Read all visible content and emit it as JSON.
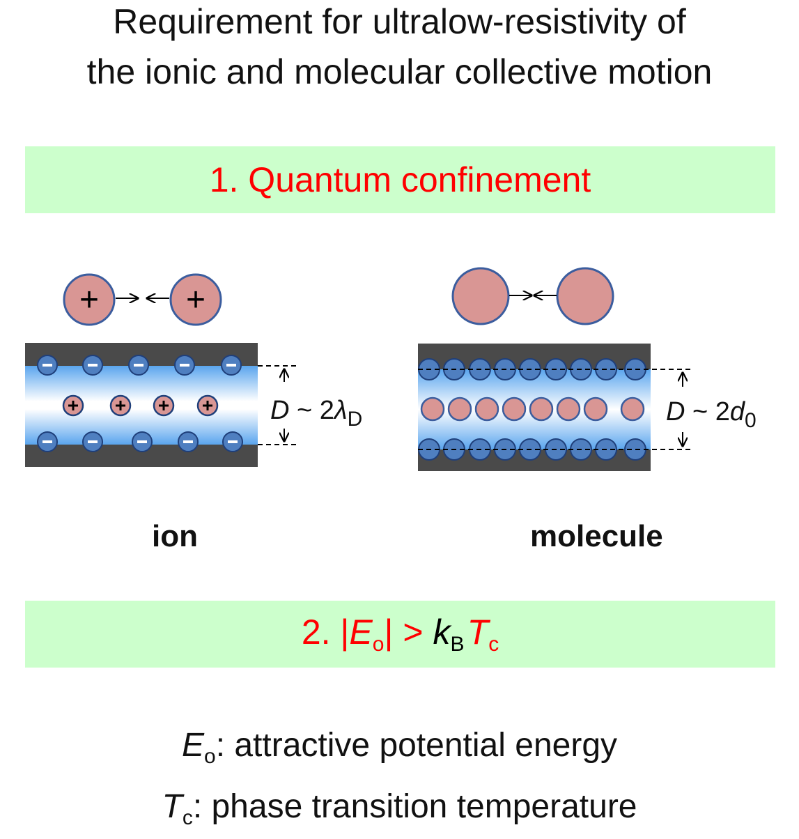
{
  "title": {
    "line1": "Requirement for ultralow-resistivity of",
    "line2": "the ionic and molecular collective motion"
  },
  "condition1": {
    "text": "1. Quantum confinement"
  },
  "ion_panel": {
    "plus_sign": "+",
    "minus_sign": "−",
    "d_label": {
      "var": "D",
      "approx": " ~ 2",
      "lambda": "λ",
      "sub": "D"
    }
  },
  "molecule_panel": {
    "d_label": {
      "var": "D",
      "approx": " ~ 2",
      "d": "d",
      "sub": "0"
    }
  },
  "legend": {
    "ion_symbol": "+",
    "ion_label": "ion",
    "molecule_label": "molecule"
  },
  "condition2": {
    "prefix": "2. |",
    "E": "E",
    "E_sub": "o",
    "middle": "| > ",
    "k": "k",
    "k_sub": "B",
    "T": "T",
    "T_sub": "c"
  },
  "definitions": {
    "e_var": "E",
    "e_sub": "o",
    "e_text": ": attractive potential energy",
    "t_var": "T",
    "t_sub": "c",
    "t_text": ": phase transition temperature"
  },
  "colors": {
    "band_fill": "#ccffcc",
    "condition_text": "#ff0000",
    "wall": "#4a4a4a",
    "particle_fill": "#d99694",
    "particle_stroke": "#3b5d9e",
    "anion_fill": "#4f7fc0",
    "channel_blue": "#5aa5ee"
  }
}
